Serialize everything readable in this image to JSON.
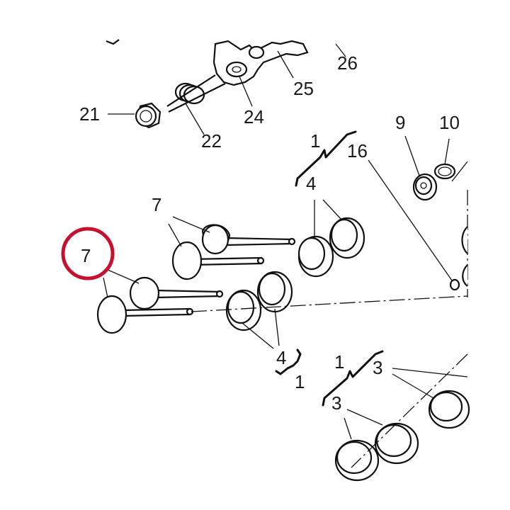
{
  "labels": {
    "l26": "26",
    "l25": "25",
    "l24": "24",
    "l22": "22",
    "l21": "21",
    "l9": "9",
    "l10": "10",
    "l1a": "1",
    "l16": "16",
    "l4a": "4",
    "l7a": "7",
    "l7b": "7",
    "l4b": "4",
    "l1b": "1",
    "l1c": "1",
    "l3a": "3",
    "l3b": "3"
  },
  "highlight": {
    "target": "7",
    "color": "#c8102e"
  }
}
